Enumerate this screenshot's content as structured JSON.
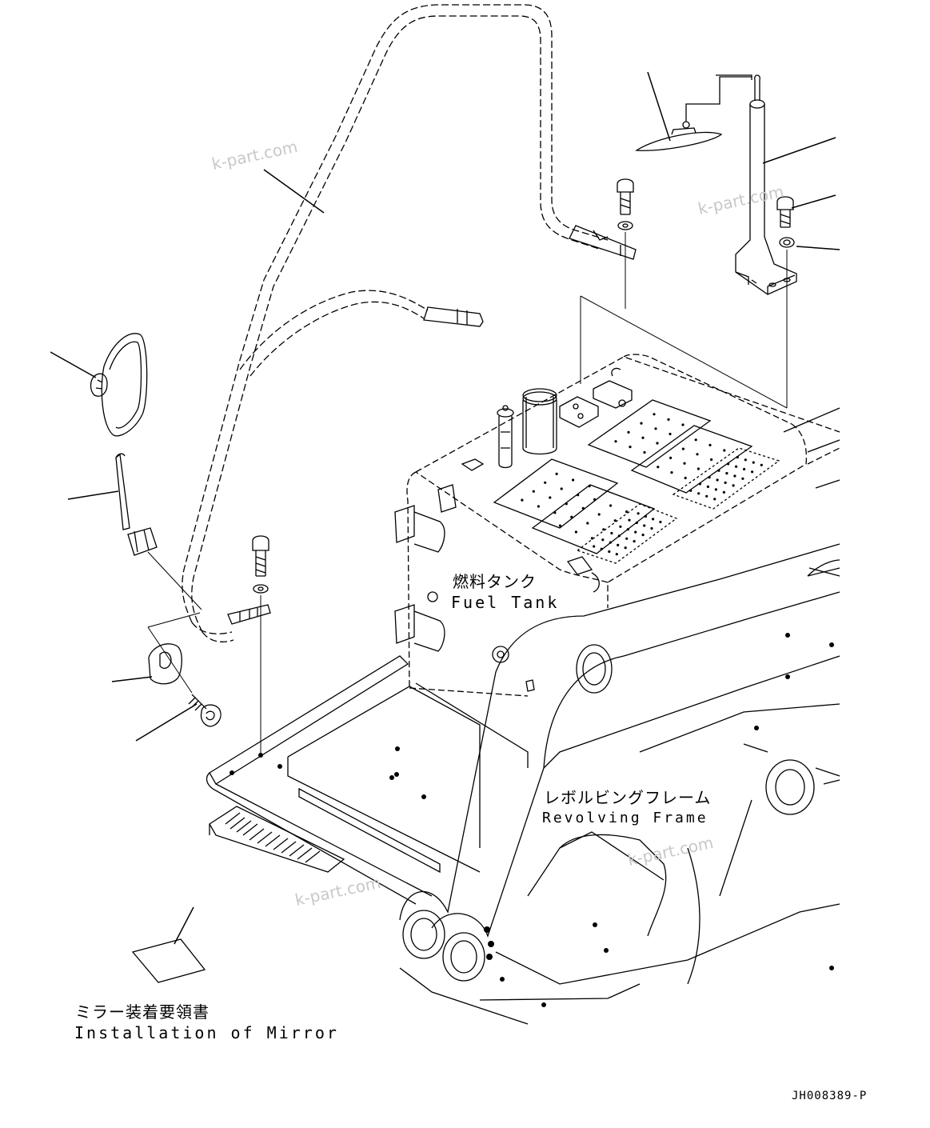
{
  "labels": {
    "fuel_tank_jp": "燃料タンク",
    "fuel_tank_en": "Fuel Tank",
    "revolving_frame_jp": "レボルビングフレーム",
    "revolving_frame_en": "Revolving Frame",
    "mirror_manual_jp": "ミラー装着要領書",
    "mirror_manual_en": "Installation of Mirror",
    "drawing_code": "JH008389-P"
  },
  "watermark": "k-part.com",
  "colors": {
    "line": "#000000",
    "watermark": "#c8c8c8",
    "background": "#ffffff"
  }
}
